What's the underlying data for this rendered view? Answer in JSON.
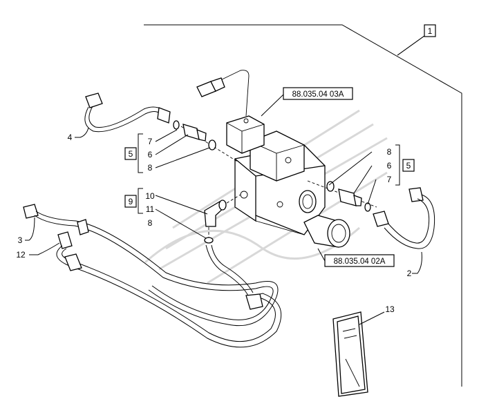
{
  "callouts": {
    "c1": "1",
    "c2": "2",
    "c3": "3",
    "c4": "4",
    "c5a": "5",
    "c5b": "5",
    "c6a": "6",
    "c6b": "6",
    "c7a": "7",
    "c7b": "7",
    "c8a": "8",
    "c8b": "8",
    "c8c": "8",
    "c9": "9",
    "c10": "10",
    "c11": "11",
    "c12": "12",
    "c13": "13"
  },
  "references": {
    "ref_top": "88.035.04 03A",
    "ref_bottom": "88.035.04 02A"
  }
}
